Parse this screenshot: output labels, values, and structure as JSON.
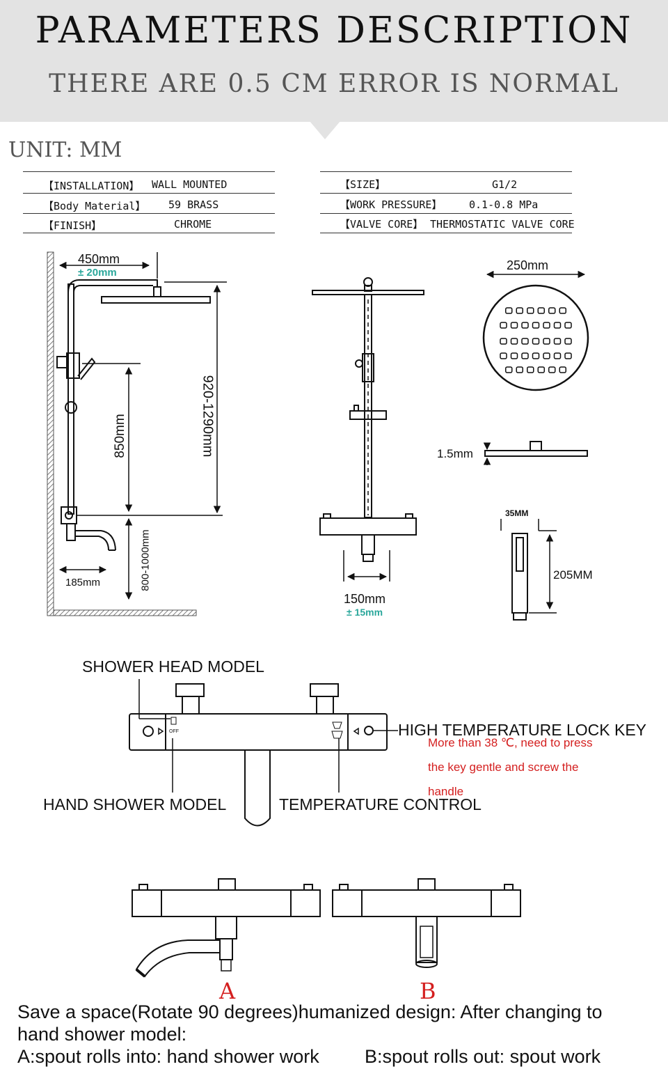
{
  "header": {
    "title": "PARAMETERS DESCRIPTION",
    "subtitle": "THERE ARE 0.5 CM ERROR IS NORMAL"
  },
  "unit": "UNIT: MM",
  "specs_left": [
    {
      "label": "【INSTALLATION】",
      "value": "WALL  MOUNTED"
    },
    {
      "label": "【Body Material】",
      "value": "59 BRASS"
    },
    {
      "label": "【FINISH】",
      "value": "CHROME"
    }
  ],
  "specs_right": [
    {
      "label": "【SIZE】",
      "value": "G1/2"
    },
    {
      "label": "【WORK PRESSURE】",
      "value": "0.1-0.8 MPa"
    },
    {
      "label": "【VALVE CORE】",
      "value": "THERMOSTATIC VALVE CORE"
    }
  ],
  "dims": {
    "arm_length": "450mm",
    "arm_tolerance": "± 20mm",
    "height_range": "920-1290mm",
    "slide_height": "850mm",
    "spout_length": "185mm",
    "floor_range": "800-1000mm",
    "valve_center": "150mm",
    "valve_tolerance": "± 15mm",
    "head_diameter": "250mm",
    "head_thickness": "1.5mm",
    "hand_width": "35MM",
    "hand_length": "205MM"
  },
  "valve_labels": {
    "shower_head_model": "SHOWER HEAD MODEL",
    "hand_shower_model": "HAND SHOWER MODEL",
    "temperature_control": "TEMPERATURE CONTROL",
    "high_temp_lock": "HIGH TEMPERATURE LOCK KEY",
    "off": "OFF",
    "lock_note_1": "More than 38 ℃, need to press",
    "lock_note_2": "the key gentle and screw the",
    "lock_note_3": "handle"
  },
  "variants": {
    "a": "A",
    "b": "B"
  },
  "footer": {
    "line1": "Save a space(Rotate 90 degrees)humanized design: After changing to",
    "line2": "hand shower model:",
    "line3a": "A:spout rolls into: hand shower work",
    "line3b": "B:spout rolls out: spout work"
  },
  "colors": {
    "accent": "#2aa79b",
    "note_red": "#d41f1f",
    "header_bg": "#e3e3e3"
  }
}
